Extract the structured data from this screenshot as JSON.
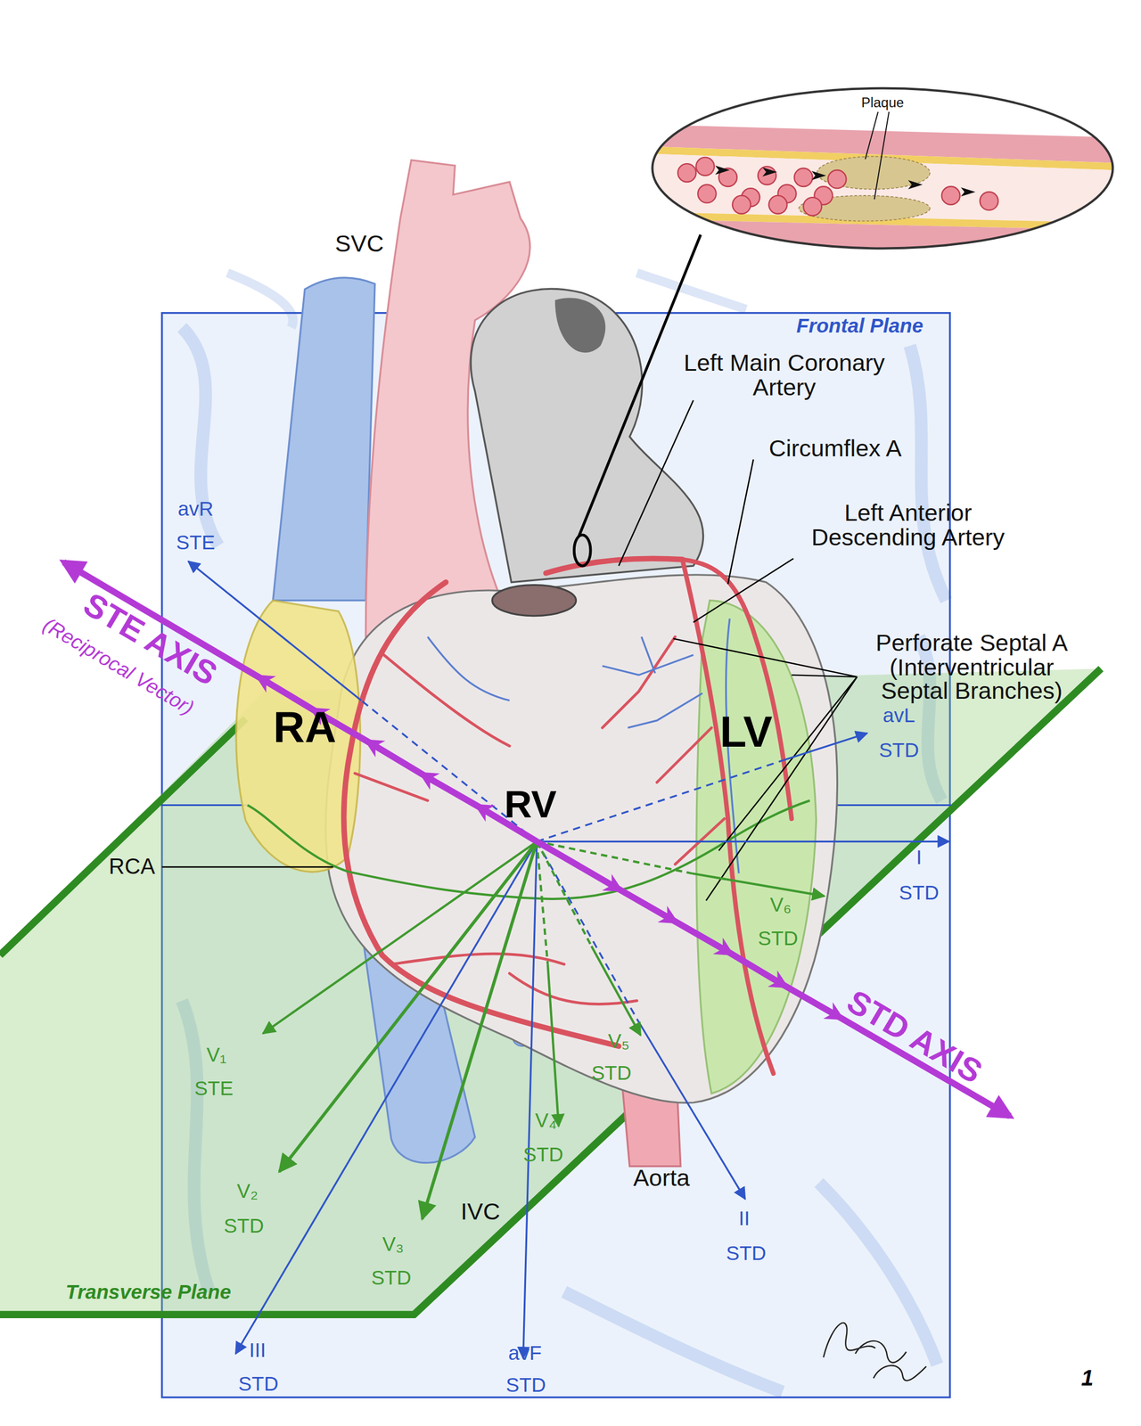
{
  "diagram": {
    "nodes": [
      {
        "text": [
          "Plaque"
        ]
      },
      {
        "text": [
          "Frontal Plane"
        ]
      },
      {
        "text": [
          "Transverse Plane"
        ]
      }
    ],
    "labels": [
      "SVC",
      "Left Main Coronary Artery",
      "Circumflex A",
      "Left Anterior Descending Artery",
      "avR",
      "STE",
      "Perforate Septal A (Interventricular Septal Branches)",
      "STE AXIS",
      "(Reciprocal Vector)",
      "RA",
      "LV",
      "avL",
      "STD",
      "RV",
      "RCA",
      "I",
      "STD",
      "V₆",
      "STD",
      "STD AXIS",
      "V₁",
      "STE",
      "V₅",
      "STD",
      "V₄",
      "STD",
      "V₂",
      "STD",
      "Aorta",
      "IVC",
      "V₃",
      "STD",
      "II",
      "STD",
      "III",
      "STD",
      "avF",
      "STD",
      "1"
    ]
  }
}
